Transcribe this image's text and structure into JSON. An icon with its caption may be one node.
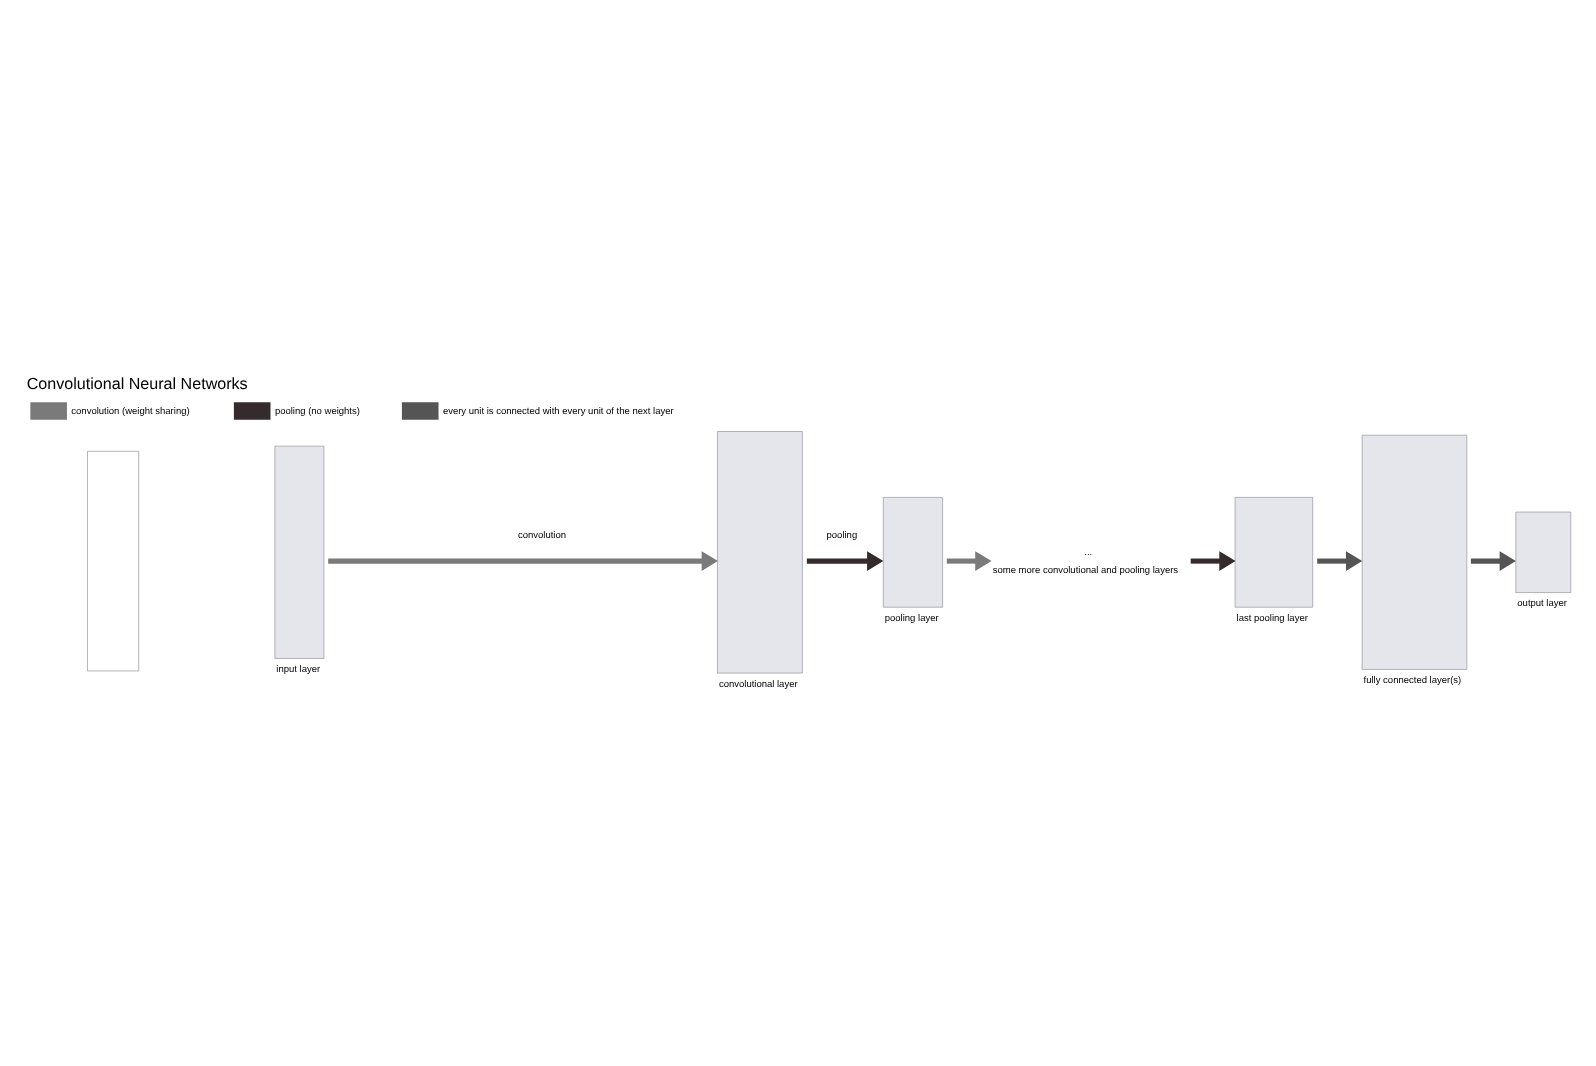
{
  "diagram": {
    "title": "Convolutional Neural Networks",
    "nodes": [
      {
        "text": [],
        "shape": "box"
      },
      {
        "text": [],
        "shape": "bar",
        "beside": [
          "input layer"
        ]
      },
      {
        "text": [],
        "shape": "bar",
        "beside": [
          "convolutional layer"
        ]
      },
      {
        "text": [],
        "shape": "bar",
        "beside": [
          "pooling layer"
        ]
      },
      {
        "text": [
          "..."
        ],
        "beside": [
          "some more convolutional and pooling layers"
        ]
      },
      {
        "text": [],
        "shape": "bar",
        "beside": [
          "last pooling layer"
        ]
      },
      {
        "text": [],
        "shape": "bar",
        "beside": [
          "fully connected layer(s)"
        ]
      },
      {
        "text": [],
        "shape": "bar",
        "beside": [
          "output layer"
        ]
      }
    ],
    "edges": [
      {
        "from": 1,
        "to": 2,
        "arrow": "to",
        "label": "convolution",
        "color": "#7a7a7a"
      },
      {
        "from": 2,
        "to": 3,
        "arrow": "to",
        "label": "pooling",
        "color": "#352b2d"
      },
      {
        "from": 3,
        "to": 4,
        "arrow": "to",
        "color": "#7a7a7a"
      },
      {
        "from": 4,
        "to": 5,
        "arrow": "to",
        "color": "#352b2d"
      },
      {
        "from": 5,
        "to": 6,
        "arrow": "to",
        "color": "#555555"
      },
      {
        "from": 6,
        "to": 7,
        "arrow": "to",
        "color": "#555555"
      }
    ],
    "legend": [
      {
        "text": "convolution (weight sharing)",
        "color": "#7a7a7a"
      },
      {
        "text": "pooling (no weights)",
        "color": "#352b2d"
      },
      {
        "text": "every unit is connected with every unit of the next layer",
        "color": "#555555"
      }
    ]
  }
}
